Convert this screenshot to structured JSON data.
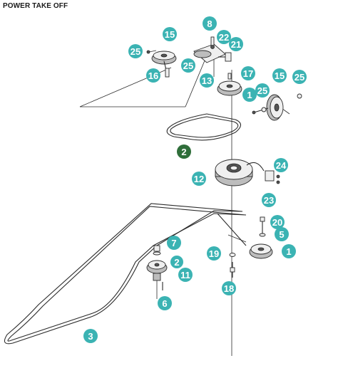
{
  "title": "POWER TAKE OFF",
  "colors": {
    "callout": "#3bb3b3",
    "callout_highlight": "#2f6e3a",
    "stroke": "#2b2b2b"
  },
  "callouts": [
    "8",
    "15",
    "22",
    "21",
    "25",
    "25",
    "16",
    "13",
    "17",
    "15",
    "25",
    "1",
    "25",
    "2",
    "12",
    "24",
    "23",
    "20",
    "5",
    "7",
    "19",
    "1",
    "11",
    "2",
    "6",
    "18",
    "3"
  ]
}
